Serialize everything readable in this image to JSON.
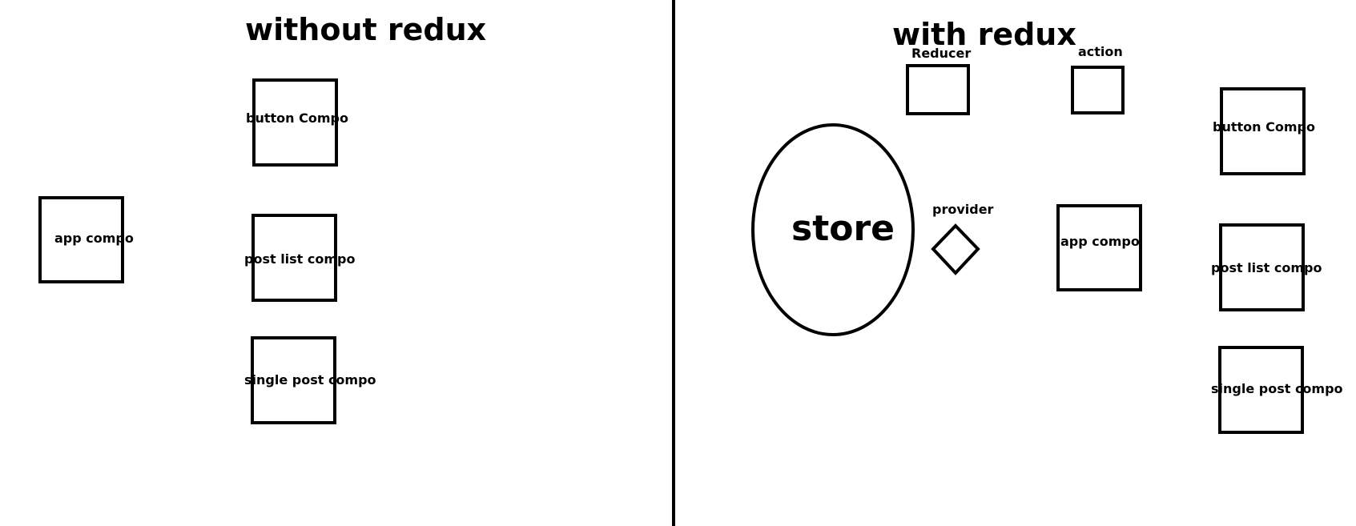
{
  "left_panel": {
    "title": "without redux",
    "app_box_label": "app compo",
    "button_box_label": "button Compo",
    "post_list_box_label": "post list compo",
    "single_post_box_label": "single post compo"
  },
  "right_panel": {
    "title": "with redux",
    "reducer_label": "Reducer",
    "action_label": "action",
    "store_label": "store",
    "provider_label": "provider",
    "app_box_label": "app compo",
    "button_box_label": "button Compo",
    "post_list_box_label": "post list compo",
    "single_post_box_label": "single post compo"
  },
  "colors": {
    "stroke": "#000000",
    "background": "#ffffff"
  }
}
